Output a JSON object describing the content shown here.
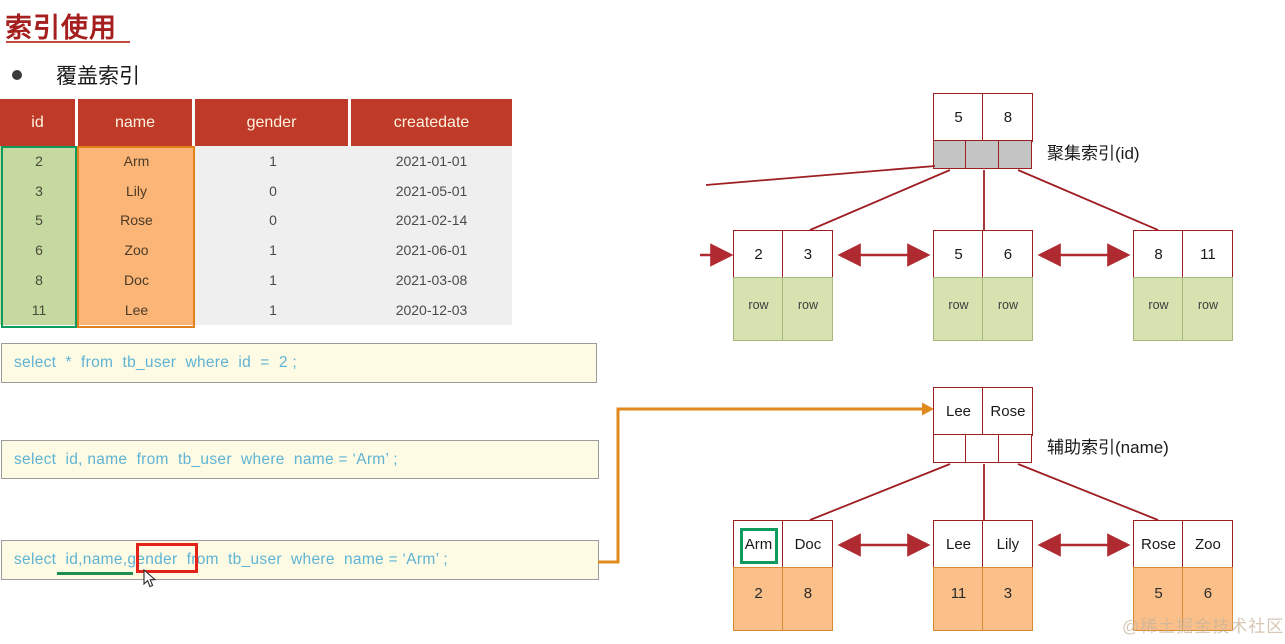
{
  "page": {
    "title": "索引使用",
    "bullet": "覆盖索引",
    "title_color": "#a61f1f",
    "watermark": "@稀土掘金技术社区"
  },
  "table": {
    "headers": [
      "id",
      "name",
      "gender",
      "createdate"
    ],
    "header_bg": "#bf3a28",
    "header_text_color": "#fdf3e0",
    "id_highlight_color": "#0f9b5e",
    "name_highlight_color": "#e0811b",
    "id_cell_bg": "#c6d9a1",
    "name_cell_bg": "#fbb577",
    "rows": [
      {
        "id": "2",
        "name": "Arm",
        "gender": "1",
        "createdate": "2021-01-01"
      },
      {
        "id": "3",
        "name": "Lily",
        "gender": "0",
        "createdate": "2021-05-01"
      },
      {
        "id": "5",
        "name": "Rose",
        "gender": "0",
        "createdate": "2021-02-14"
      },
      {
        "id": "6",
        "name": "Zoo",
        "gender": "1",
        "createdate": "2021-06-01"
      },
      {
        "id": "8",
        "name": "Doc",
        "gender": "1",
        "createdate": "2021-03-08"
      },
      {
        "id": "11",
        "name": "Lee",
        "gender": "1",
        "createdate": "2020-12-03"
      }
    ]
  },
  "queries": [
    {
      "text": "select  *  from  tb_user  where  id  =  2 ;"
    },
    {
      "text": "select  id, name  from  tb_user  where  name = ‘Arm’ ;"
    },
    {
      "text": "select  id,name,gender  from  tb_user  where  name = ‘Arm’ ;"
    }
  ],
  "annotations": {
    "green_underline_target": "id,name",
    "red_box_target": "gender",
    "cursor_icon": "mouse-pointer-icon",
    "connector_color": "#e08a1e"
  },
  "clustered_index": {
    "label": "聚集索引(id)",
    "root": {
      "keys": [
        "5",
        "8"
      ],
      "pointers": [
        "",
        "",
        ""
      ],
      "pointer_fill": "#c4c4c4"
    },
    "leaves": [
      {
        "keys": [
          "2",
          "3"
        ],
        "values": [
          "row",
          "row"
        ]
      },
      {
        "keys": [
          "5",
          "6"
        ],
        "values": [
          "row",
          "row"
        ]
      },
      {
        "keys": [
          "8",
          "11"
        ],
        "values": [
          "row",
          "row"
        ]
      }
    ],
    "leaf_value_bg": "#d6e3b0"
  },
  "secondary_index": {
    "label": "辅助索引(name)",
    "root": {
      "keys": [
        "Lee",
        "Rose"
      ],
      "pointers": [
        "",
        "",
        ""
      ],
      "pointer_fill": "#ffffff"
    },
    "leaves": [
      {
        "keys": [
          "Arm",
          "Doc"
        ],
        "values": [
          "2",
          "8"
        ],
        "highlight_key": "Arm"
      },
      {
        "keys": [
          "Lee",
          "Lily"
        ],
        "values": [
          "11",
          "3"
        ],
        "highlight_key": ""
      },
      {
        "keys": [
          "Rose",
          "Zoo"
        ],
        "values": [
          "5",
          "6"
        ],
        "highlight_key": ""
      }
    ],
    "leaf_value_bg": "#fbc08a",
    "highlight_color": "#0f9b5e"
  }
}
